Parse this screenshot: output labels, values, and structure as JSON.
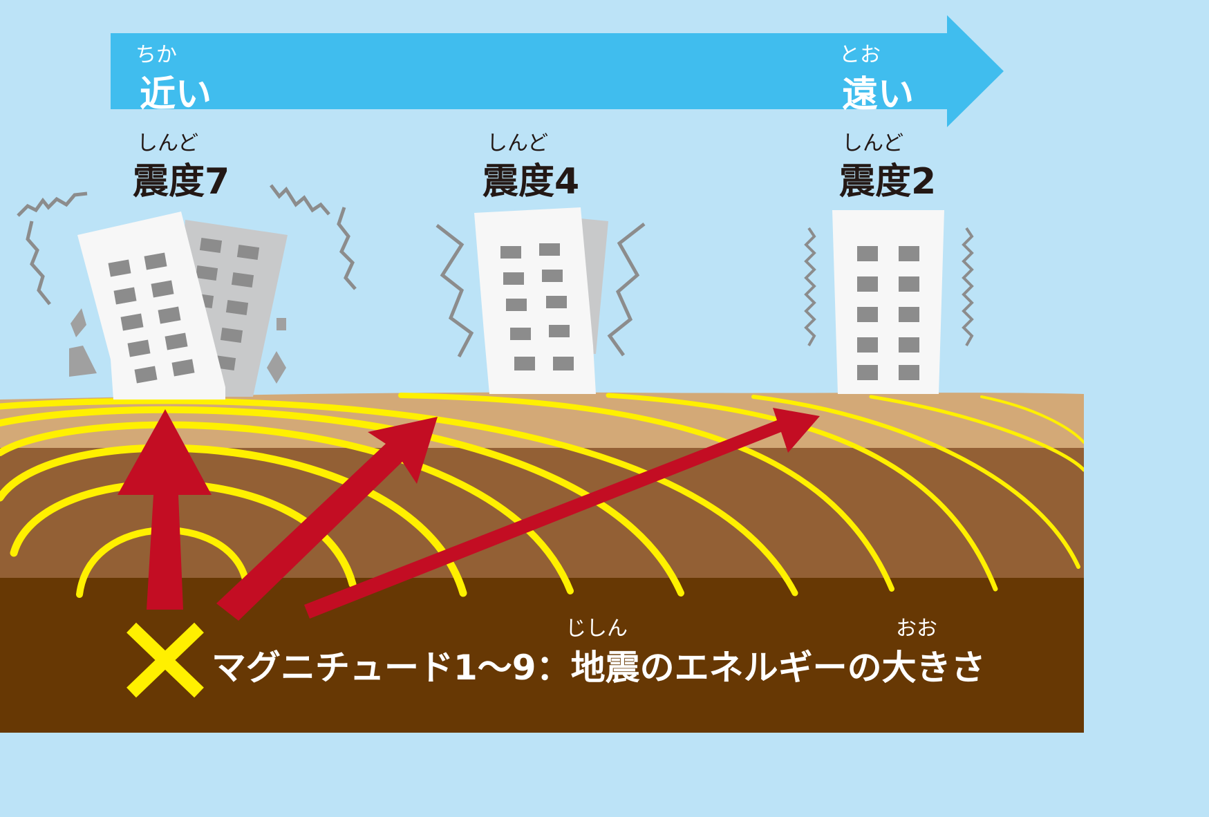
{
  "colors": {
    "sky": "#bce3f7",
    "arrow_blue": "#40bdee",
    "ground_top": "#d3a977",
    "ground_mid": "#936035",
    "ground_deep": "#673804",
    "wave_yellow": "#fff000",
    "vector_red": "#c30d23",
    "building_white": "#f7f7f7",
    "building_gray": "#c8c9ca",
    "window_gray": "#8c8c8c",
    "shake_line": "#8c8c8c"
  },
  "distance_arrow": {
    "near": {
      "ruby": "ちか",
      "label": "近い"
    },
    "far": {
      "ruby": "とお",
      "label": "遠い"
    }
  },
  "intensity_labels": [
    {
      "ruby": "しんど",
      "label": "震度7"
    },
    {
      "ruby": "しんど",
      "label": "震度4"
    },
    {
      "ruby": "しんど",
      "label": "震度2"
    }
  ],
  "epicenter": {
    "icon": "x-mark-icon"
  },
  "caption": {
    "prefix": "マグニチュード1〜9：",
    "ruby1": "じしん",
    "word1": "地震",
    "middle": "のエネルギーの",
    "ruby2": "おお",
    "word2": "大",
    "suffix": "きさ"
  }
}
